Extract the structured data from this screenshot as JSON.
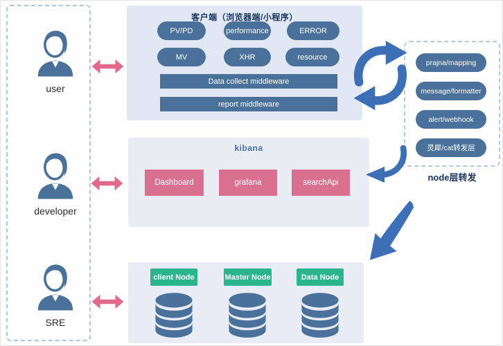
{
  "colors": {
    "steel": "#4a7199",
    "panel": "#e2e8f3",
    "panel2": "#e9ecf3",
    "panel3": "#e7ecf5",
    "pink": "#e0698c",
    "pinkBox": "#d9708f",
    "green": "#2ab58c",
    "blue": "#3d6fb6",
    "navy": "#17355e",
    "kibanaTitle": "#4a6fa5",
    "label": "#2b2b2b",
    "dashBlue": "#a5c8da",
    "dashGray": "#bac7d6"
  },
  "personas": [
    {
      "label": "user"
    },
    {
      "label": "developer"
    },
    {
      "label": "SRE"
    }
  ],
  "client_panel": {
    "title": "客户端（浏览器端/小程序）",
    "pills": [
      "PV/PD",
      "performance",
      "ERROR",
      "MV",
      "XHR",
      "resource"
    ],
    "bars": [
      "Data collect middleware",
      "report middleware"
    ]
  },
  "kibana_panel": {
    "title": "kibana",
    "boxes": [
      "Dashboard",
      "grafana",
      "searchApi"
    ]
  },
  "es_panel": {
    "nodes": [
      "client Node",
      "Master Node",
      "Data Node"
    ]
  },
  "node_forward": {
    "pills": [
      "prajna/mapping",
      "message/formatter",
      "alert/webhook",
      "灵犀/cat转发层"
    ],
    "label": "node层转发"
  }
}
